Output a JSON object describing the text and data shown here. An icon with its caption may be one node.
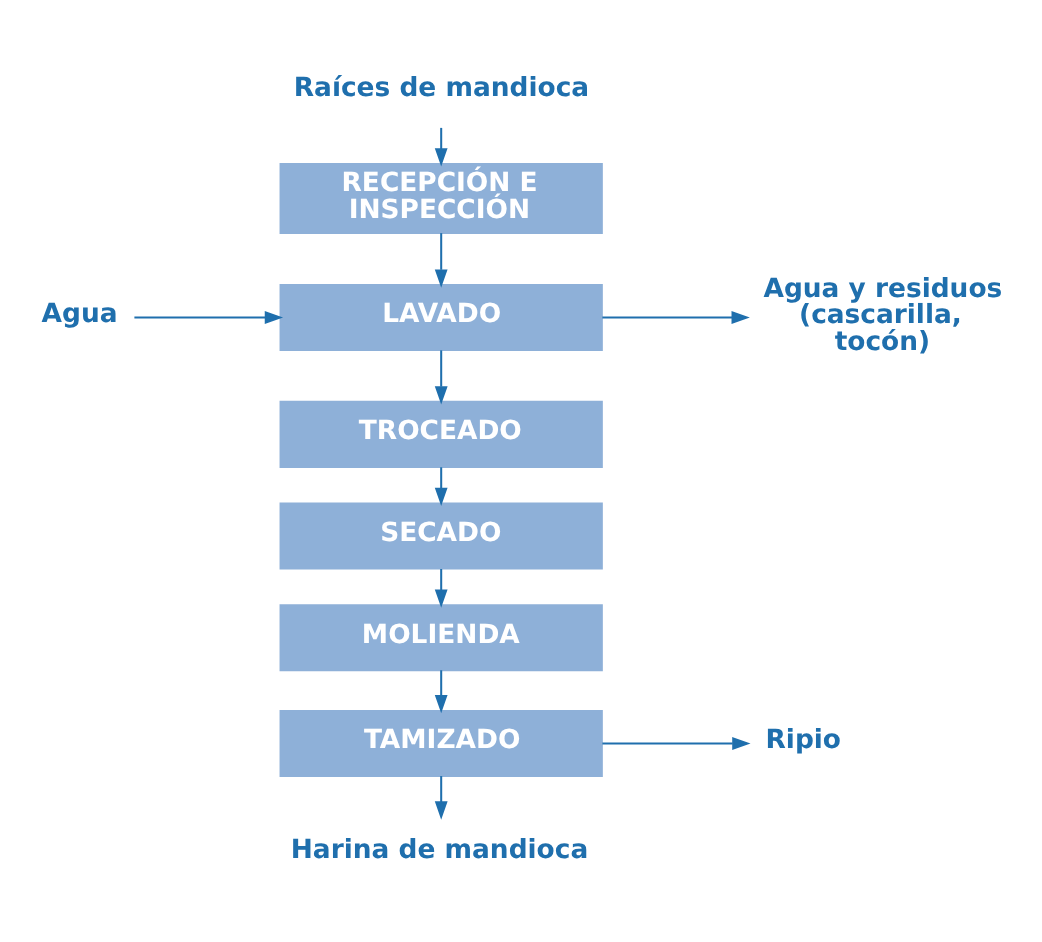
{
  "diagram": {
    "nodes": [
      {
        "text": [
          "Raíces de mandioca"
        ]
      },
      {
        "text": [
          "RECEPCIÓN E INSPECCIÓN"
        ]
      },
      {
        "text": [
          "LAVADO"
        ]
      },
      {
        "text": [
          "TROCEADO"
        ]
      },
      {
        "text": [
          "SECADO"
        ]
      },
      {
        "text": [
          "MOLIENDA"
        ]
      },
      {
        "text": [
          "TAMIZADO"
        ]
      },
      {
        "text": [
          "Harina de mandioca"
        ]
      },
      {
        "text": [
          "Agua"
        ]
      },
      {
        "text": [
          "Agua y residuos (cascarilla, tocón)"
        ]
      },
      {
        "text": [
          "Ripio"
        ]
      }
    ],
    "edges": [
      {
        "from": 0,
        "to": 1,
        "arrow": "to"
      },
      {
        "from": 1,
        "to": 2,
        "arrow": "to"
      },
      {
        "from": 8,
        "to": 2,
        "arrow": "to"
      },
      {
        "from": 2,
        "to": 9,
        "arrow": "to"
      },
      {
        "from": 2,
        "to": 3,
        "arrow": "to"
      },
      {
        "from": 3,
        "to": 4,
        "arrow": "to"
      },
      {
        "from": 4,
        "to": 5,
        "arrow": "to"
      },
      {
        "from": 5,
        "to": 6,
        "arrow": "to"
      },
      {
        "from": 6,
        "to": 10,
        "arrow": "to"
      },
      {
        "from": 6,
        "to": 7,
        "arrow": "to"
      }
    ]
  }
}
